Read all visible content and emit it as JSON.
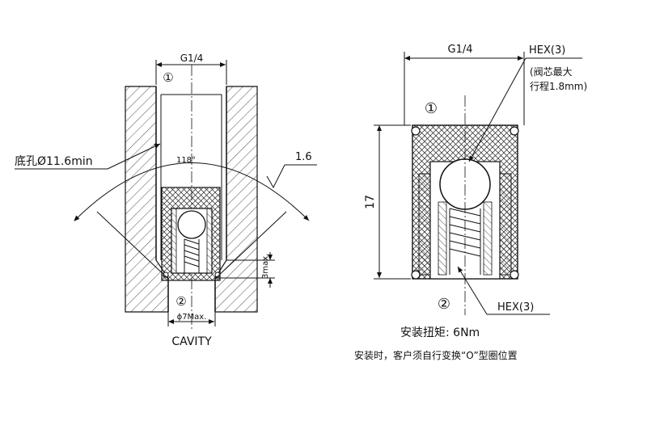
{
  "left_view": {
    "thread_label": "G1/4",
    "port_top": "①",
    "port_bottom": "②",
    "bore_label": "底孔Ø11.6min",
    "angle_label": "118°",
    "roughness_label": "1.6",
    "depth_label": "3max.",
    "diameter_label": "ϕ7Max.",
    "cavity_label": "CAVITY"
  },
  "right_view": {
    "thread_label": "G1/4",
    "hex_top_label": "HEX(3)",
    "note_line1": "(阀芯最大",
    "note_line2": "行程1.8mm)",
    "port_top": "①",
    "port_bottom": "②",
    "height_label": "17",
    "hex_bottom_label": "HEX(3)",
    "torque_label": "安装扭矩: 6Nm",
    "install_note": "安装时，客户须自行变换“O”型圈位置"
  }
}
